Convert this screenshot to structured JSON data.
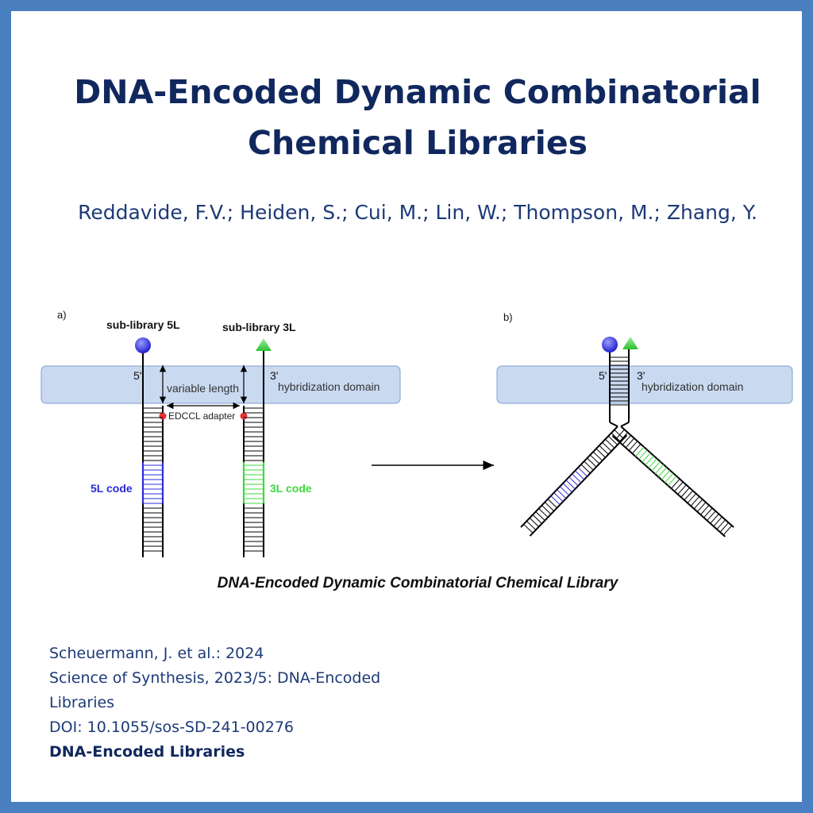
{
  "title_line1": "DNA-Encoded Dynamic Combinatorial",
  "title_line2": "Chemical Libraries",
  "authors": "Reddavide, F.V.; Heiden, S.; Cui, M.; Lin, W.; Thompson, M.; Zhang, Y.",
  "figure": {
    "panel_a": "a)",
    "panel_b": "b)",
    "sublib_5l": "sub-library 5L",
    "sublib_3l": "sub-library 3L",
    "five_prime": "5'",
    "three_prime": "3'",
    "hybridization_domain": "hybridization domain",
    "variable_length": "variable length",
    "adapter": "EDCCL adapter",
    "code_5l": "5L code",
    "code_3l": "3L code",
    "colors": {
      "domain_fill": "#c9d9f0",
      "domain_stroke": "#7f9fd0",
      "code_5l": "#2b2bd9",
      "code_3l": "#3ed93e",
      "adapter_dot": "#e83030"
    }
  },
  "caption": "DNA-Encoded Dynamic Combinatorial Chemical Library",
  "reference": {
    "line1": "Scheuermann, J. et al.: 2024",
    "line2": "Science of Synthesis, 2023/5: DNA-Encoded",
    "line3": "Libraries",
    "line4": "DOI: 10.1055/sos-SD-241-00276",
    "tag": "DNA-Encoded Libraries"
  }
}
